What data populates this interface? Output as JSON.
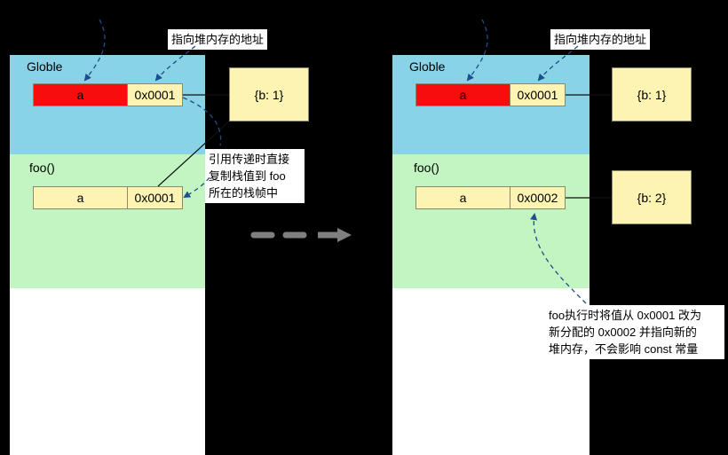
{
  "colors": {
    "background": "#000000",
    "globle_frame": "#89d3e6",
    "foo_frame": "#c2f5c2",
    "cell": "#fdf3b3",
    "highlight_cell": "#f70d0d",
    "arrow_dashed": "#1f4e8c",
    "transition_arrow": "#7f7f7f"
  },
  "left": {
    "top_note": "指向堆内存的地址",
    "globle": {
      "label": "Globle",
      "var": "a",
      "addr": "0x0001"
    },
    "foo": {
      "label": "foo()",
      "var": "a",
      "addr": "0x0001"
    },
    "heap": {
      "value": "{b: 1}"
    },
    "copy_note": [
      "引用传递时直接",
      "复制栈值到 foo",
      "所在的栈帧中"
    ]
  },
  "right": {
    "top_note": "指向堆内存的地址",
    "globle": {
      "label": "Globle",
      "var": "a",
      "addr": "0x0001"
    },
    "foo": {
      "label": "foo()",
      "var": "a",
      "addr": "0x0002"
    },
    "heap1": {
      "value": "{b: 1}"
    },
    "heap2": {
      "value": "{b: 2}"
    },
    "change_note": [
      "foo执行时将值从 0x0001 改为",
      "新分配的 0x0002 并指向新的",
      "堆内存，不会影响 const 常量"
    ]
  }
}
